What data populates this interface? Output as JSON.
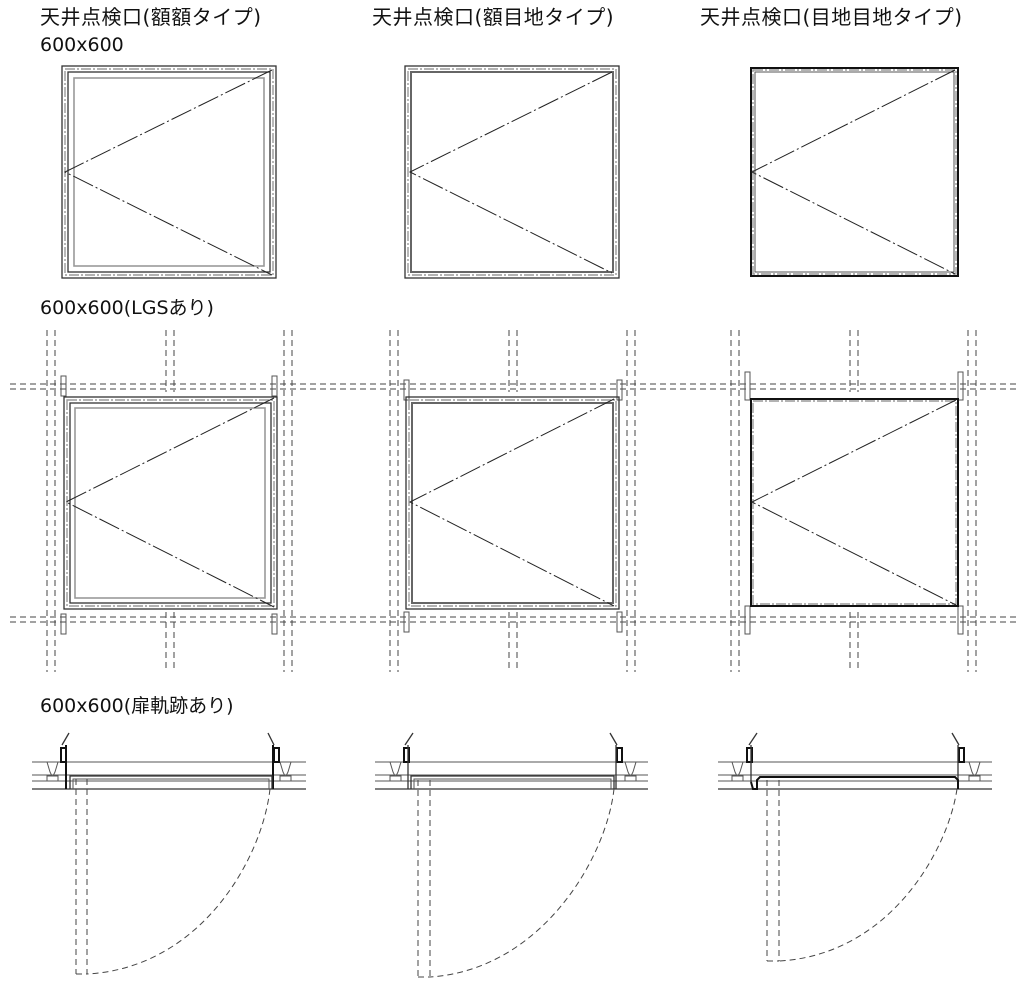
{
  "columns": [
    {
      "title": "天井点検口(額額タイプ)",
      "type": "gaku-gaku"
    },
    {
      "title": "天井点検口(額目地タイプ)",
      "type": "gaku-mejiri"
    },
    {
      "title": "天井点検口(目地目地タイプ)",
      "type": "mejiri-mejiri"
    }
  ],
  "rows": [
    {
      "label": "600x600",
      "view": "plan"
    },
    {
      "label": "600x600(LGSあり)",
      "view": "plan-with-lgs"
    },
    {
      "label": "600x600(扉軌跡あり)",
      "view": "section-with-door-swing"
    }
  ],
  "colors": {
    "line": "#111111",
    "frame_grey": "#999999",
    "background": "#ffffff"
  }
}
